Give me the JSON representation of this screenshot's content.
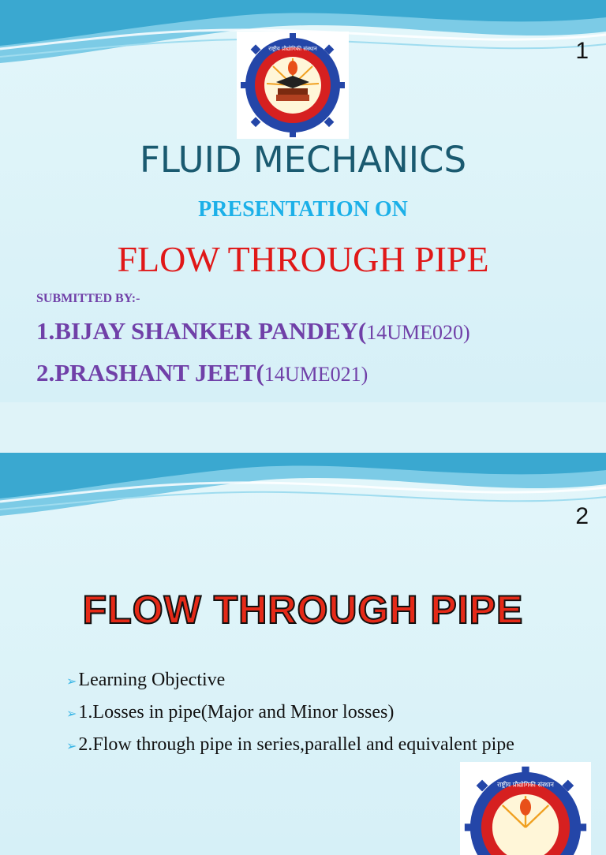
{
  "slide1": {
    "number": "1",
    "title": "FLUID MECHANICS",
    "subtitle": "PRESENTATION ON",
    "topic": "FLOW THROUGH PIPE",
    "submitted_label": "SUBMITTED BY:-",
    "members": [
      {
        "name": "1.BIJAY SHANKER PANDEY(",
        "roll": "14UME020)"
      },
      {
        "name": "2.PRASHANT JEET(",
        "roll": "14UME021)"
      }
    ],
    "logo_icon": "nit-manipur-logo-icon"
  },
  "slide2": {
    "number": "2",
    "title": "FLOW THROUGH PIPE",
    "bullets": [
      "Learning Objective",
      "1.Losses in pipe(Major and Minor losses)",
      "2.Flow through pipe in series,parallel and equivalent pipe"
    ],
    "bullet_mark": "➢",
    "logo_icon": "nit-manipur-logo-icon"
  },
  "colors": {
    "background": "#dff3f8",
    "title_blue": "#1a5a70",
    "subtitle_cyan": "#1cb0e8",
    "topic_red": "#e01818",
    "purple": "#7040a8",
    "swoosh_blue": "#3aa8d0"
  }
}
